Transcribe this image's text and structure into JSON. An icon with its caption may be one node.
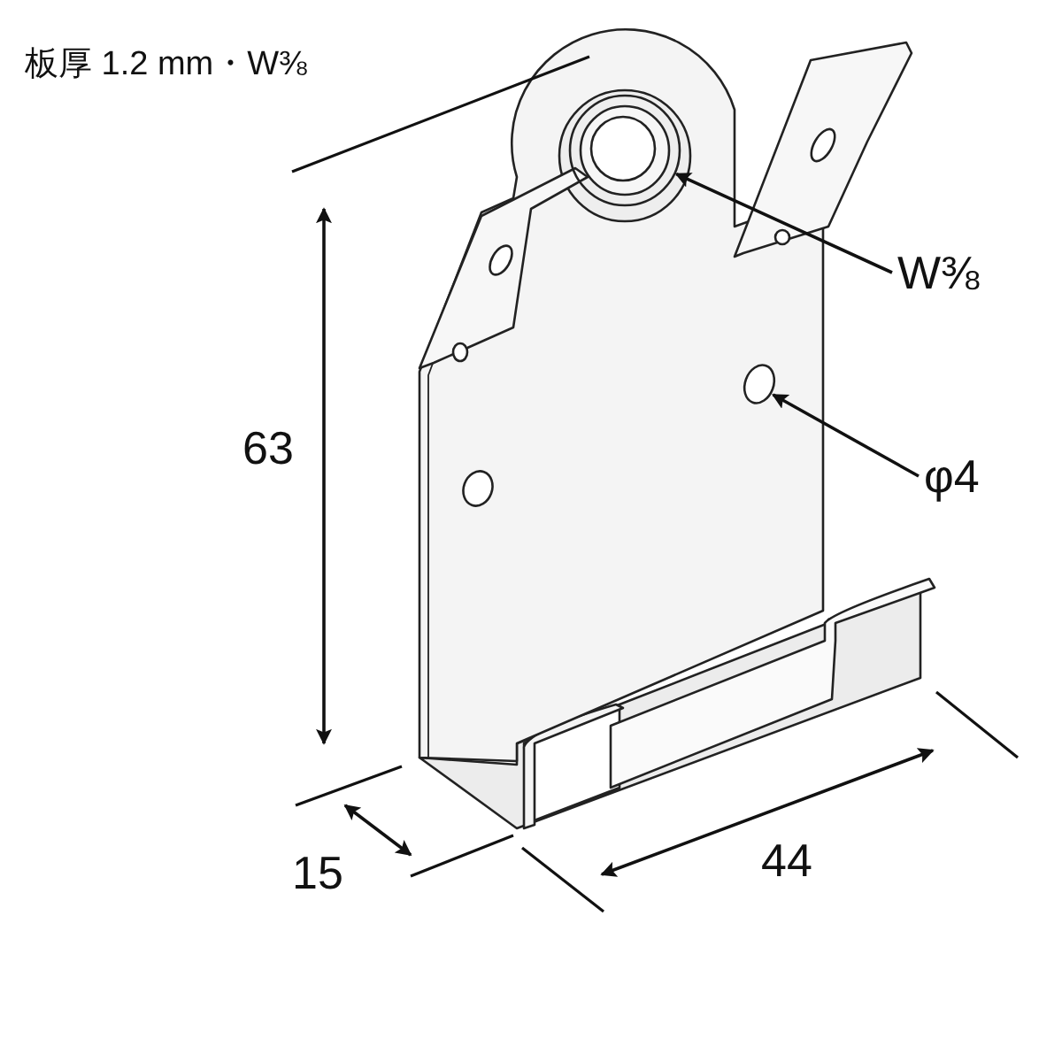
{
  "diagram": {
    "nodes": [
      {
        "text": [
          "W⅜"
        ]
      },
      {
        "text": [
          "φ4"
        ]
      },
      {
        "text": [],
        "shape": "circle"
      },
      {
        "text": [],
        "shape": "circle"
      }
    ],
    "edges": [
      {
        "from": 0,
        "to": 2,
        "arrow": "to"
      },
      {
        "from": 1,
        "to": 3,
        "arrow": "to"
      }
    ],
    "labels": [
      "板厚 1.2 mm・W⅜",
      "63",
      "15",
      "44"
    ]
  }
}
